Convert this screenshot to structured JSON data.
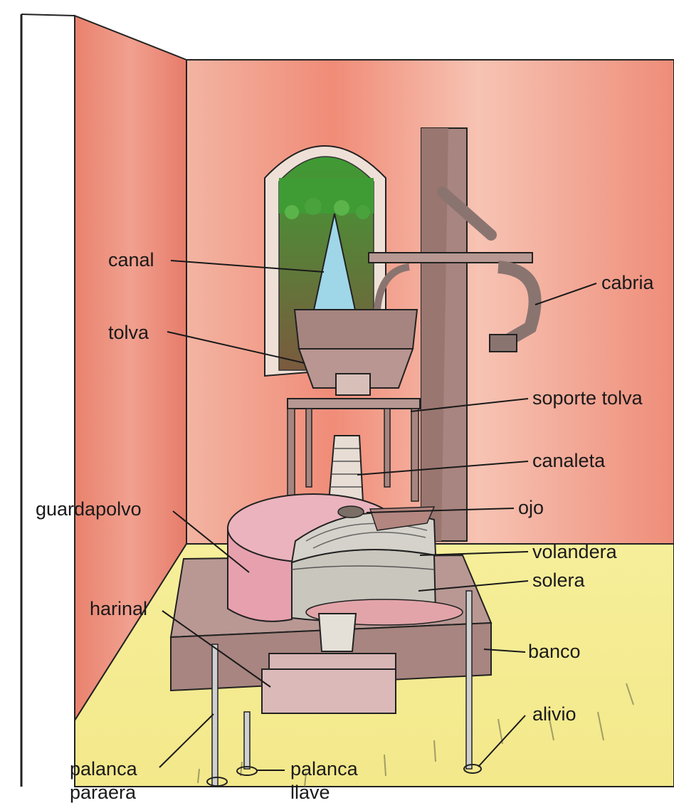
{
  "labels": {
    "canal": "canal",
    "tolva": "tolva",
    "cabria": "cabria",
    "soporte_tolva": "soporte tolva",
    "canaleta": "canaleta",
    "guardapolvo": "guardapolvo",
    "ojo": "ojo",
    "volandera": "volandera",
    "solera": "solera",
    "harinal": "harinal",
    "banco": "banco",
    "alivio": "alivio",
    "palanca_paraera": [
      "palanca",
      "paraera"
    ],
    "palanca_llave": [
      "palanca",
      "llave"
    ]
  },
  "colors": {
    "wall_red": "#e8826e",
    "wall_pink": "#f2b7a6",
    "floor_yellow": "#f0e27a",
    "wood": "#a88580",
    "stone_pink": "#e7a0ae",
    "grey_stone": "#c9c6bd",
    "water": "#9fd6e8",
    "grass": "#4a9a3a",
    "ink": "#1e1e1e"
  }
}
